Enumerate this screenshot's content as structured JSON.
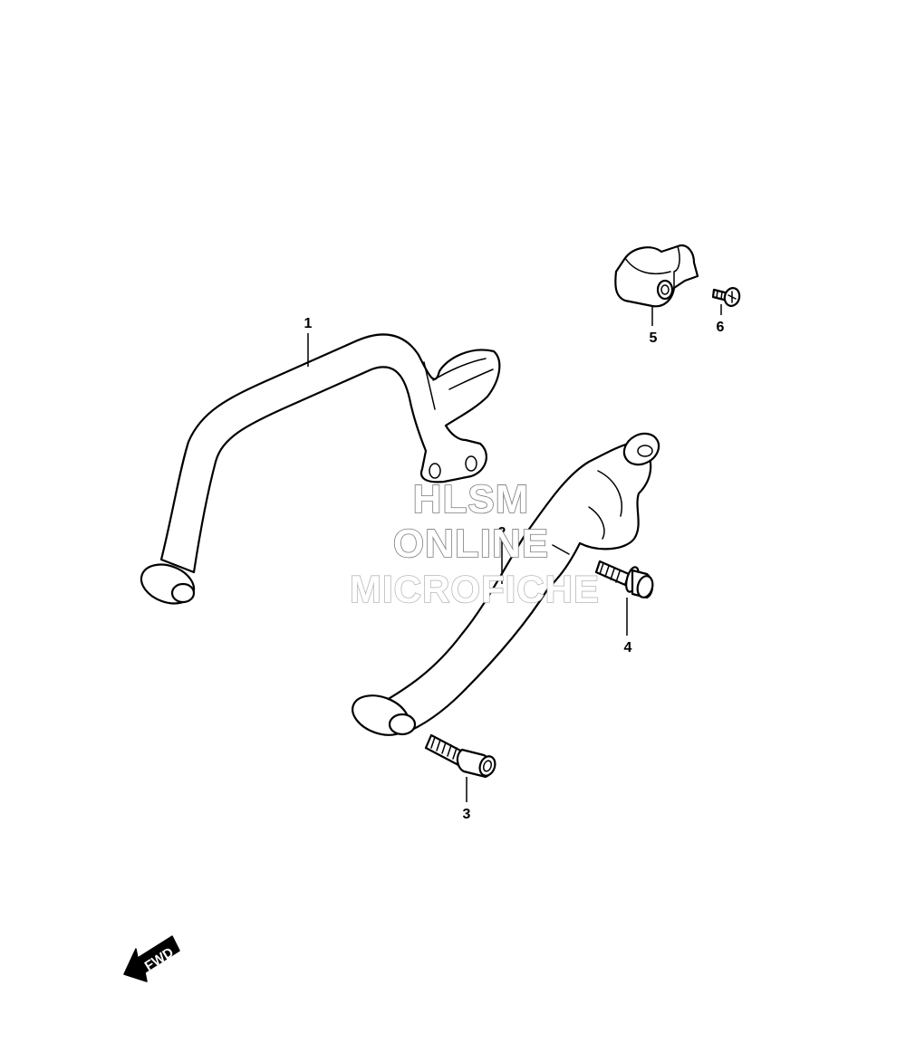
{
  "callouts": {
    "p1": "1",
    "p2": "2",
    "p3": "3",
    "p4": "4",
    "p5": "5",
    "p6": "6"
  },
  "watermark": {
    "line1": "HLSM",
    "line2": "ONLINE",
    "line3": "MICROFICHE"
  },
  "direction_arrow": {
    "label": "FWD"
  }
}
